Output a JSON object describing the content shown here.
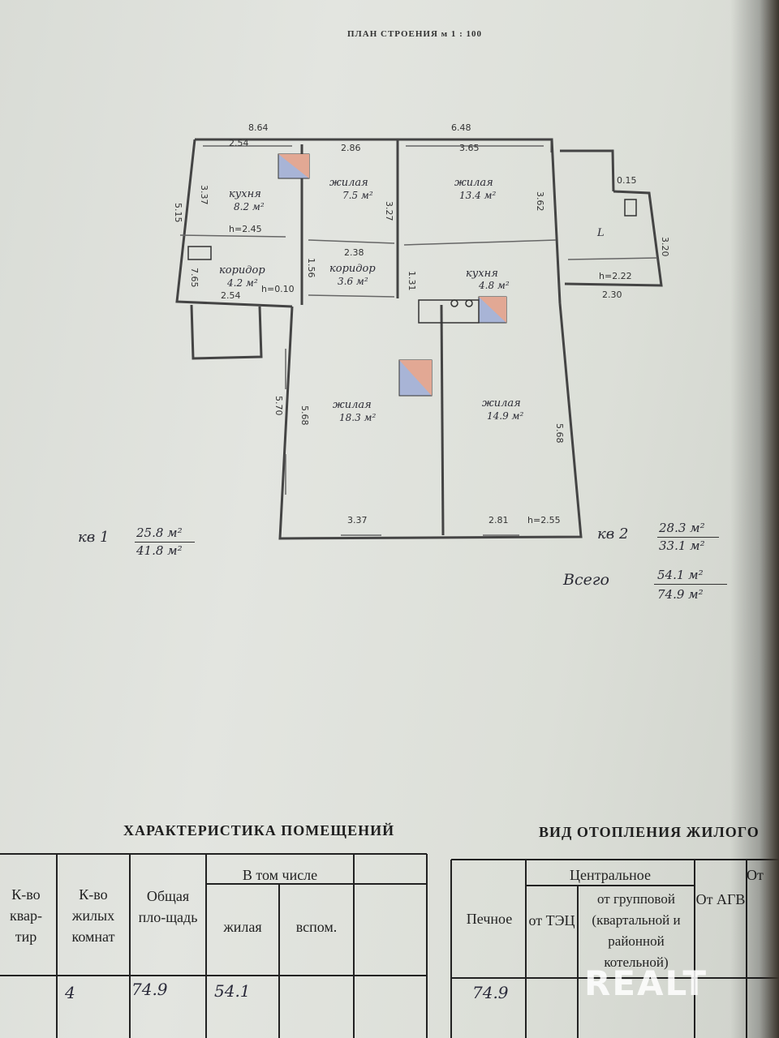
{
  "plan": {
    "header": "ПЛАН СТРОЕНИЯ м 1 : 100",
    "rooms": [
      {
        "name": "кухня",
        "area": "8.2 м²"
      },
      {
        "name": "жилая",
        "area": "7.5 м²"
      },
      {
        "name": "жилая",
        "area": "13.4 м²"
      },
      {
        "name": "коридор",
        "area": "4.2 м²"
      },
      {
        "name": "коридор",
        "area": "3.6 м²"
      },
      {
        "name": "кухня",
        "area": "4.8 м²"
      },
      {
        "name": "жилая",
        "area": "18.3 м²"
      },
      {
        "name": "жилая",
        "area": "14.9 м²"
      }
    ],
    "veranda_label": "L",
    "dims": [
      "8.64",
      "2.54",
      "2.86",
      "6.48",
      "3.65",
      "h=2.45",
      "2.38",
      "2.54",
      "h=0.10",
      "0.15",
      "h=2.22",
      "2.30",
      "3.37",
      "2.81",
      "h=2.55"
    ],
    "vdims": [
      "5.15",
      "3.37",
      "7.65",
      "1.56",
      "3.27",
      "1.31",
      "3.62",
      "3.20",
      "5.70",
      "5.68",
      "5.68"
    ]
  },
  "summary": {
    "apt1": {
      "label": "кв 1",
      "living": "25.8 м²",
      "total": "41.8 м²"
    },
    "apt2": {
      "label": "кв 2",
      "living": "28.3 м²",
      "total": "33.1 м²"
    },
    "total": {
      "label": "Всего",
      "living": "54.1 м²",
      "total": "74.9 м²"
    }
  },
  "tables": {
    "rooms": {
      "title": "ХАРАКТЕРИСТИКА ПОМЕЩЕНИЙ",
      "headers": [
        "К-во квар-тир",
        "К-во жилых комнат",
        "Общая пло-щадь",
        "В том числе",
        "жилая",
        "вспом."
      ],
      "values": {
        "living_rooms": "4",
        "total_area": "74.9",
        "living_area": "54.1"
      }
    },
    "heating": {
      "title": "ВИД ОТОПЛЕНИЯ ЖИЛОГО",
      "headers": [
        "Печное",
        "Центральное",
        "от ТЭЦ",
        "от групповой (квартальной и районной котельной)",
        "От АГВ",
        "От"
      ],
      "values": {
        "stove": "74.9"
      }
    }
  },
  "watermark": "REALT"
}
